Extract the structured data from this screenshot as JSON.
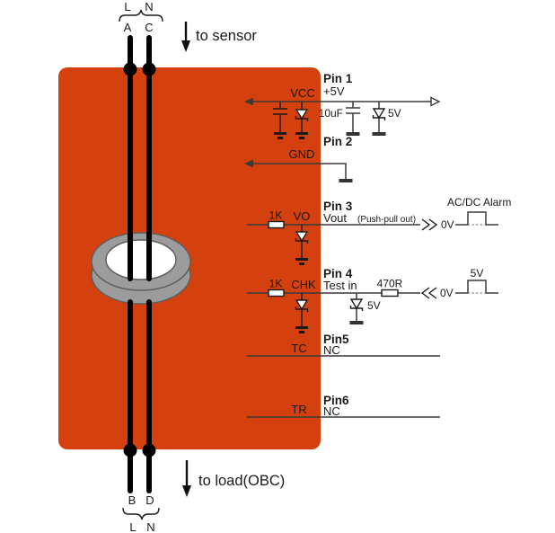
{
  "colors": {
    "body": "#D5400F",
    "line": "#3A3A3A",
    "wire": "#000000",
    "core": "#9C9C9C",
    "core_edge": "#5E5E5E",
    "hole": "#FFFFFF"
  },
  "input": {
    "l": "L",
    "n": "N",
    "a": "A",
    "c": "C",
    "arrow": "to sensor"
  },
  "output": {
    "b": "B",
    "d": "D",
    "l": "L",
    "n": "N",
    "arrow": "to load(OBC)"
  },
  "pins": [
    {
      "name": "Pin 1",
      "desc": "+5V",
      "vcc": "VCC",
      "cap": "10uF",
      "zener": "5V"
    },
    {
      "name": "Pin 2",
      "gnd": "GND"
    },
    {
      "name": "Pin 3",
      "desc": "Vout",
      "note": "(Push-pull out)",
      "res": "1K",
      "net": "VO",
      "alarm": "AC/DC Alarm",
      "level": "0V"
    },
    {
      "name": "Pin 4",
      "desc": "Test in",
      "res": "1K",
      "net": "CHK",
      "zener": "5V",
      "ext_res": "470R",
      "level": "0V",
      "pulse": "5V"
    },
    {
      "name": "Pin5",
      "desc": "NC",
      "net": "TC"
    },
    {
      "name": "Pin6",
      "desc": "NC",
      "net": "TR"
    }
  ]
}
